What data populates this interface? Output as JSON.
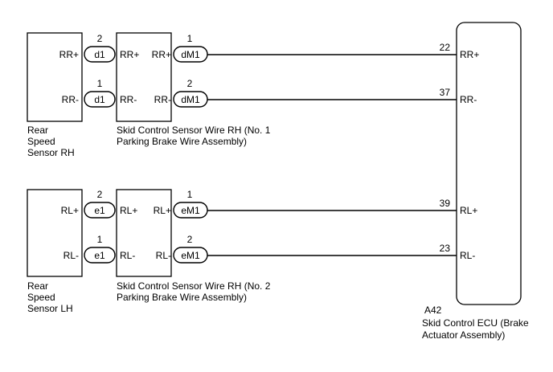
{
  "sensor_rh": {
    "name_lines": [
      "Rear",
      "Speed",
      "Sensor RH"
    ],
    "pins": [
      "RR+",
      "RR-"
    ]
  },
  "sensor_lh": {
    "name_lines": [
      "Rear",
      "Speed",
      "Sensor LH"
    ],
    "pins": [
      "RL+",
      "RL-"
    ]
  },
  "wire_rh": {
    "name_lines": [
      "Skid Control Sensor Wire RH (No. 1",
      "Parking Brake Wire Assembly)"
    ],
    "left_pins": [
      "RR+",
      "RR-"
    ],
    "right_pins": [
      "RR+",
      "RR-"
    ]
  },
  "wire_lh": {
    "name_lines": [
      "Skid Control Sensor Wire RH (No. 2",
      "Parking Brake Wire Assembly)"
    ],
    "left_pins": [
      "RL+",
      "RL-"
    ],
    "right_pins": [
      "RL+",
      "RL-"
    ]
  },
  "connectors": {
    "d1_top": {
      "label": "d1",
      "pin": "2"
    },
    "d1_bottom": {
      "label": "d1",
      "pin": "1"
    },
    "dM1_top": {
      "label": "dM1",
      "pin": "1"
    },
    "dM1_bottom": {
      "label": "dM1",
      "pin": "2"
    },
    "e1_top": {
      "label": "e1",
      "pin": "2"
    },
    "e1_bottom": {
      "label": "e1",
      "pin": "1"
    },
    "eM1_top": {
      "label": "eM1",
      "pin": "1"
    },
    "eM1_bottom": {
      "label": "eM1",
      "pin": "2"
    }
  },
  "ecu": {
    "code": "A42",
    "name_lines": [
      "Skid Control ECU (Brake",
      "Actuator Assembly)"
    ],
    "pins": [
      {
        "num": "22",
        "label": "RR+"
      },
      {
        "num": "37",
        "label": "RR-"
      },
      {
        "num": "39",
        "label": "RL+"
      },
      {
        "num": "23",
        "label": "RL-"
      }
    ]
  }
}
